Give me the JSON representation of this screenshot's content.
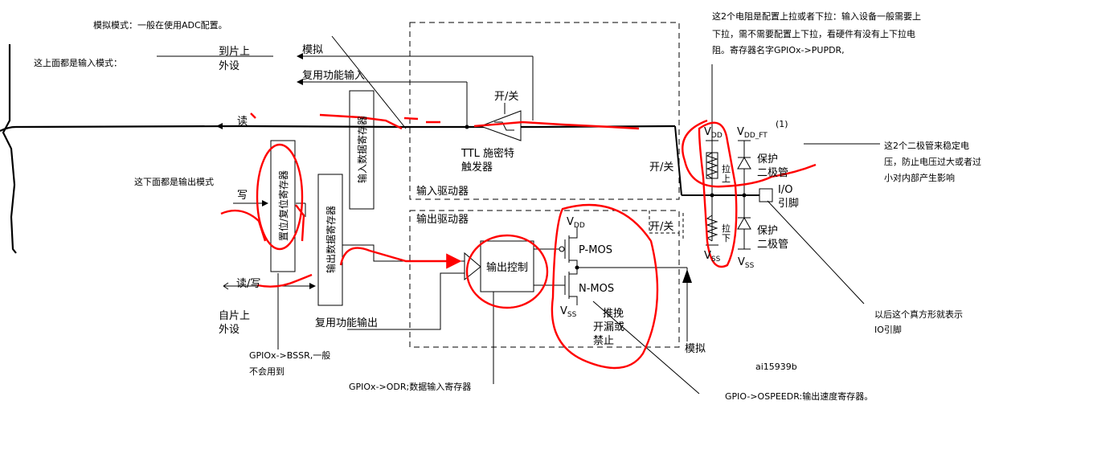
{
  "notes": {
    "analog_mode": "模拟模式：一般在使用ADC配置。",
    "above_input": "这上面都是输入模式：",
    "below_output": "这下面都是输出模式",
    "resistor_line1": "这2个电阻是配置上拉或者下拉：输入设备一般需要上",
    "resistor_line2": "下拉，需不需要配置上下拉，看硬件有没有上下拉电",
    "resistor_line3": "阻。寄存器名字GPIOx->PUPDR,",
    "diode_line1": "这2个二极管来稳定电",
    "diode_line2": "压，防止电压过大或者过",
    "diode_line3": "小对内部产生影响",
    "pin_line1": "以后这个真方形就表示",
    "pin_line2": "IO引脚",
    "bssr_line1": "GPIOx->BSSR,一般",
    "bssr_line2": "不会用到",
    "odr": "GPIOx->ODR;数据输入寄存器",
    "ospeedr": "GPIO->OSPEEDR:输出速度寄存器。"
  },
  "labels": {
    "to_chip_1": "到片上",
    "to_chip_2": "外设",
    "from_chip_1": "自片上",
    "from_chip_2": "外设",
    "analog": "模拟",
    "alt_in": "复用功能输入",
    "alt_out": "复用功能输出",
    "read": "读",
    "write": "写",
    "read_write": "读/写",
    "on_off": "开/关",
    "ttl_1": "TTL 施密特",
    "ttl_2": "触发器",
    "input_driver": "输入驱动器",
    "output_driver": "输出驱动器",
    "input_data_reg": "输入数据寄存器",
    "output_data_reg": "输出数据寄存器",
    "set_reset_reg": "置位/复位寄存器",
    "output_control": "输出控制",
    "pmos": "P-MOS",
    "nmos": "N-MOS",
    "push_pull_1": "推挽",
    "push_pull_2": "开漏或",
    "push_pull_3": "禁止",
    "vdd": "V",
    "vdd_sub": "DD",
    "vss": "V",
    "vss_sub": "SS",
    "vdd_ft_sub": "DD_FT",
    "footnote": "(1)",
    "protect": "保护",
    "diode": "二极管",
    "pull_up": "拉",
    "up": "上",
    "down": "下",
    "io": "I/O",
    "pin": "引脚",
    "figure_id": "ai15939b"
  },
  "colors": {
    "ink": "#000000",
    "annotation": "#ff0000",
    "gray": "#666666"
  }
}
